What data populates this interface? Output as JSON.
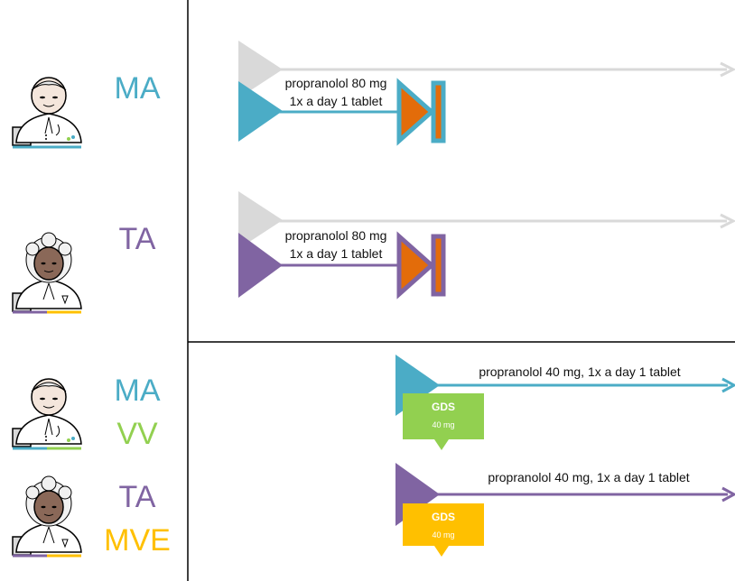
{
  "colors": {
    "teal": "#4bacc6",
    "purple": "#8064a2",
    "green": "#92d050",
    "yellow": "#ffc000",
    "orange": "#e36c0a",
    "gray": "#d9d9d9",
    "axis": "#000000"
  },
  "rows": [
    {
      "role": "MA",
      "role_color": "#4bacc6",
      "avatar": "male-doctor-icon",
      "drug_line1": "propranolol 80 mg",
      "drug_line2": "1x a day 1 tablet",
      "stop_icon": "stop-end-icon"
    },
    {
      "role": "TA",
      "role_color": "#8064a2",
      "avatar": "female-pharmacist-icon",
      "drug_line1": "propranolol 80 mg",
      "drug_line2": "1x a day 1 tablet",
      "stop_icon": "stop-end-icon"
    },
    {
      "role": "MA",
      "role2": "VV",
      "role_color": "#4bacc6",
      "role2_color": "#92d050",
      "avatar": "male-doctor-icon",
      "drug_text": "propranolol 40 mg, 1x a day 1 tablet",
      "gds_title": "GDS",
      "gds_dose": "40 mg",
      "gds_color": "#92d050"
    },
    {
      "role": "TA",
      "role2": "MVE",
      "role_color": "#8064a2",
      "role2_color": "#ffc000",
      "avatar": "female-pharmacist-icon",
      "drug_text": "propranolol 40 mg, 1x a day 1 tablet",
      "gds_title": "GDS",
      "gds_dose": "40 mg",
      "gds_color": "#ffc000"
    }
  ]
}
